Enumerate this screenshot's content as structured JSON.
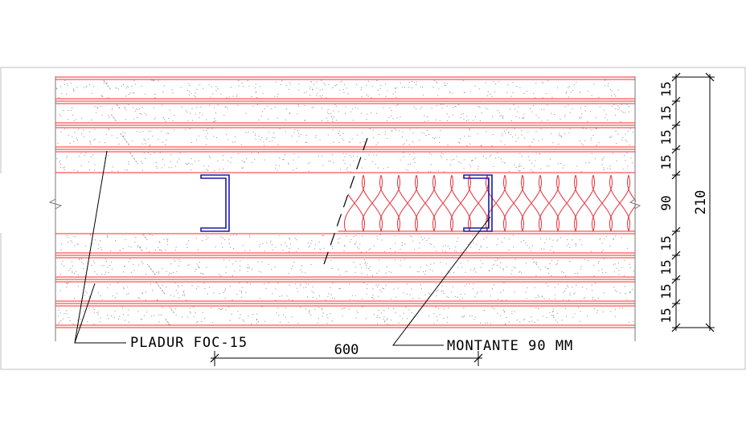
{
  "labels": {
    "board": "PLADUR FOC-15",
    "stud": "MONTANTE 90 MM",
    "spacing": "600"
  },
  "dimensions": {
    "layers": [
      "15",
      "15",
      "15",
      "15",
      "90",
      "15",
      "15",
      "15",
      "15"
    ],
    "total": "210"
  },
  "colors": {
    "board_line": "#ff2a2a",
    "insulation": "#e8323c",
    "stud": "#1a1aa8",
    "ink": "#000000",
    "frame": "#bfbfbf",
    "speckle": "#9a9a9a"
  }
}
